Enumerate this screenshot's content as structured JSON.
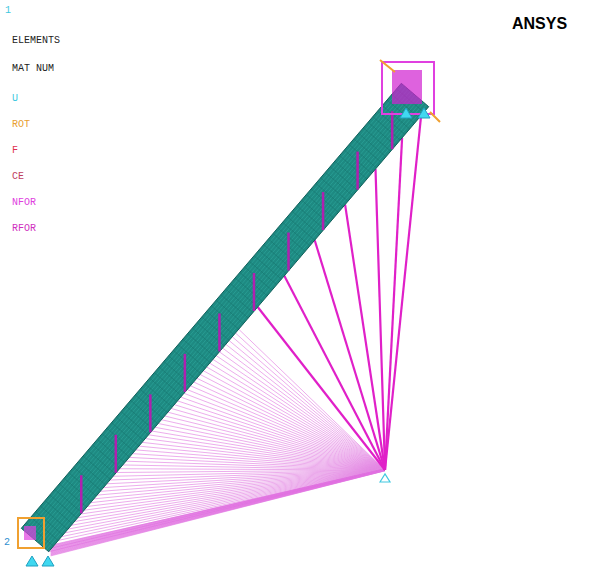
{
  "diagram": {
    "labels": [
      "1",
      "ELEMENTS",
      "MAT NUM",
      "U",
      "ROT",
      "F",
      "CE",
      "NFOR",
      "RFOR",
      "ANSYS",
      "2"
    ]
  }
}
